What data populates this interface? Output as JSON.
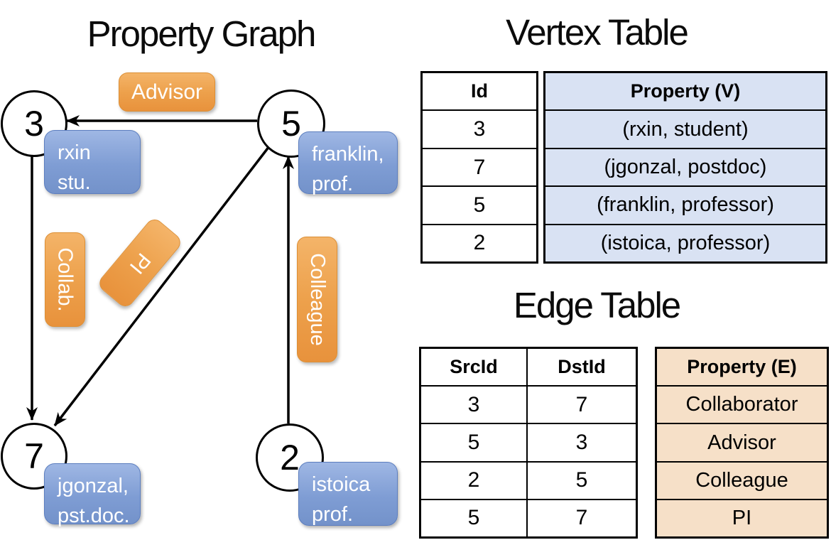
{
  "titles": {
    "property_graph": "Property Graph",
    "vertex_table": "Vertex Table",
    "edge_table": "Edge Table"
  },
  "graph": {
    "nodes": [
      {
        "id": "3",
        "property": [
          "rxin",
          "stu."
        ]
      },
      {
        "id": "5",
        "property": [
          "franklin,",
          "prof."
        ]
      },
      {
        "id": "7",
        "property": [
          "jgonzal,",
          "pst.doc."
        ]
      },
      {
        "id": "2",
        "property": [
          "istoica",
          "prof."
        ]
      }
    ],
    "edges": [
      {
        "label": "Advisor",
        "from": "5",
        "to": "3"
      },
      {
        "label": "Collab.",
        "from": "3",
        "to": "7"
      },
      {
        "label": "PI",
        "from": "5",
        "to": "7"
      },
      {
        "label": "Colleague",
        "from": "2",
        "to": "5"
      }
    ]
  },
  "vertex_table": {
    "headers": [
      "Id",
      "Property (V)"
    ],
    "rows": [
      [
        "3",
        "(rxin, student)"
      ],
      [
        "7",
        "(jgonzal, postdoc)"
      ],
      [
        "5",
        "(franklin, professor)"
      ],
      [
        "2",
        "(istoica, professor)"
      ]
    ]
  },
  "edge_table": {
    "headers": [
      "SrcId",
      "DstId",
      "Property (E)"
    ],
    "rows": [
      [
        "3",
        "7",
        "Collaborator"
      ],
      [
        "5",
        "3",
        "Advisor"
      ],
      [
        "2",
        "5",
        "Colleague"
      ],
      [
        "5",
        "7",
        "PI"
      ]
    ]
  },
  "colors": {
    "vertex_property_box": "#7f9dd4",
    "edge_label_box": "#eda14c",
    "vertex_table_cell": "#d9e2f3",
    "edge_table_cell": "#f6e0c8",
    "line": "#000000"
  }
}
